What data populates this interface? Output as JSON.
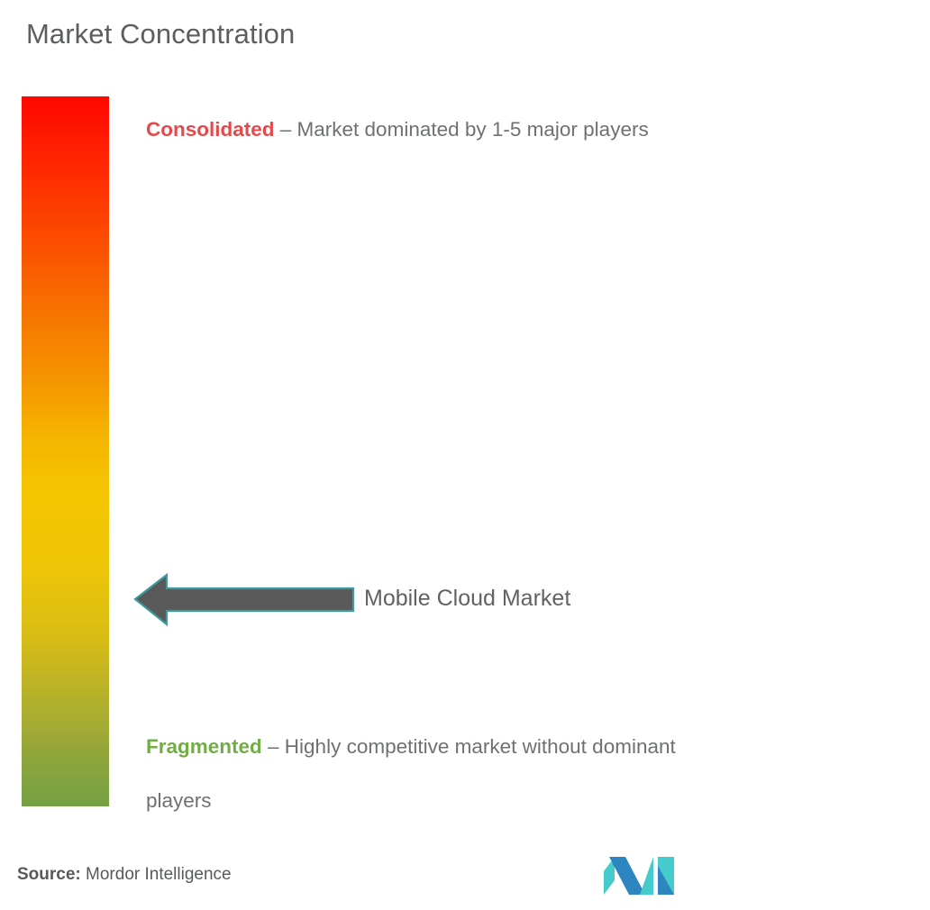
{
  "title": "Market Concentration",
  "scale": {
    "name": "market-concentration-gradient",
    "top_color": "#FF0600",
    "mid_color": "#F5C500",
    "bottom_color": "#74A044",
    "top_label": "Consolidated",
    "bottom_label": "Fragmented"
  },
  "legend": {
    "consolidated": {
      "term": "Consolidated",
      "description": " – Market dominated by 1-5 major players",
      "color": "#E5494A"
    },
    "fragmented": {
      "term": "Fragmented",
      "description": " – Highly competitive market without dominant",
      "description_line2": "players",
      "color": "#70AD44"
    }
  },
  "marker": {
    "label": "Mobile Cloud Market",
    "arrow_direction": "left",
    "arrow_fill": "#595959",
    "arrow_stroke": "#3E9A9E",
    "position_hint": "lower-middle of scale (toward Fragmented)"
  },
  "footer": {
    "source_label": "Source:",
    "source_value": " Mordor Intelligence",
    "logo_name": "mordor-intelligence-logo",
    "logo_color_dark": "#2E86C1",
    "logo_color_light": "#45CBCB"
  },
  "chart_data": {
    "type": "bar",
    "title": "Market Concentration",
    "categories": [
      "Mobile Cloud Market"
    ],
    "values": [
      32
    ],
    "ylim": [
      0,
      100
    ],
    "ylabel": "Market concentration",
    "xlabel": "",
    "annotations": [
      "Consolidated – Market dominated by 1-5 major players",
      "Fragmented – Highly competitive market without dominant players"
    ],
    "legend_position": "none",
    "grid": false
  }
}
